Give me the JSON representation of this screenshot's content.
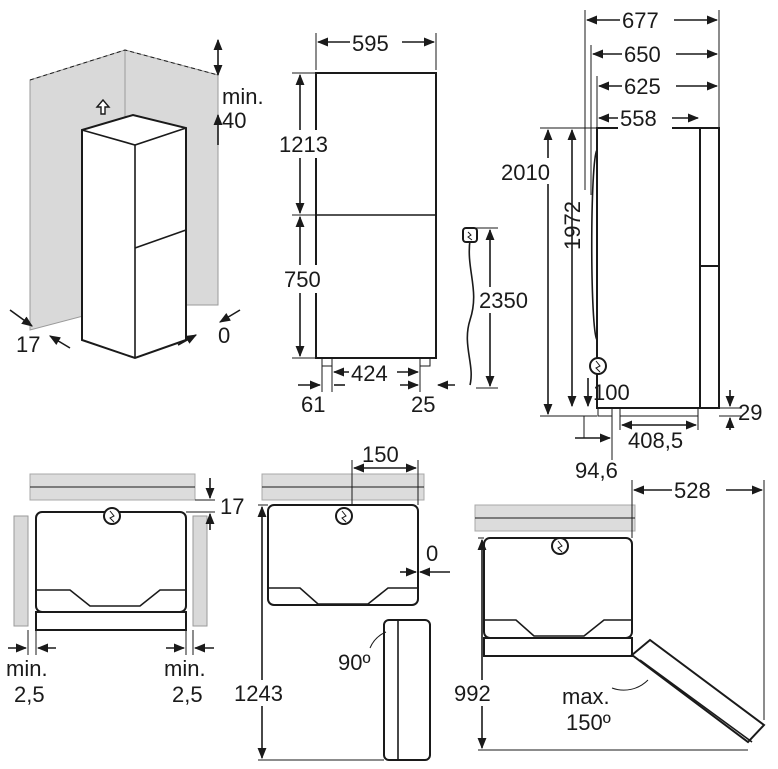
{
  "labels": {
    "corner_min_label": "min.",
    "corner_min_value": "40",
    "corner_side_gap": "17",
    "corner_rear_gap": "0",
    "front_width": "595",
    "front_upper_height": "1213",
    "front_lower_height": "750",
    "front_feet_span": "424",
    "front_left_offset": "61",
    "front_right_offset": "25",
    "cable_length": "2350",
    "side_depth_677": "677",
    "side_depth_650": "650",
    "side_depth_625": "625",
    "side_depth_558": "558",
    "side_total_height": "2010",
    "side_body_height": "1972",
    "side_plug_height": "100",
    "side_rear_foot": "29",
    "side_foot_depth": "408,5",
    "side_front_foot": "94,6",
    "top1_wall_gap": "17",
    "top1_left_min": "min.",
    "top1_left_value": "2,5",
    "top1_right_min": "min.",
    "top1_right_value": "2,5",
    "top2_width": "150",
    "top2_side_gap": "0",
    "top2_depth": "1243",
    "top2_angle": "90º",
    "top3_width": "528",
    "top3_depth": "992",
    "top3_max": "max.",
    "top3_angle": "150º"
  },
  "icons": [
    "up-arrow-icon",
    "power-plug-icon",
    "power-plug-icon",
    "power-plug-icon",
    "power-plug-icon",
    "power-plug-icon"
  ]
}
